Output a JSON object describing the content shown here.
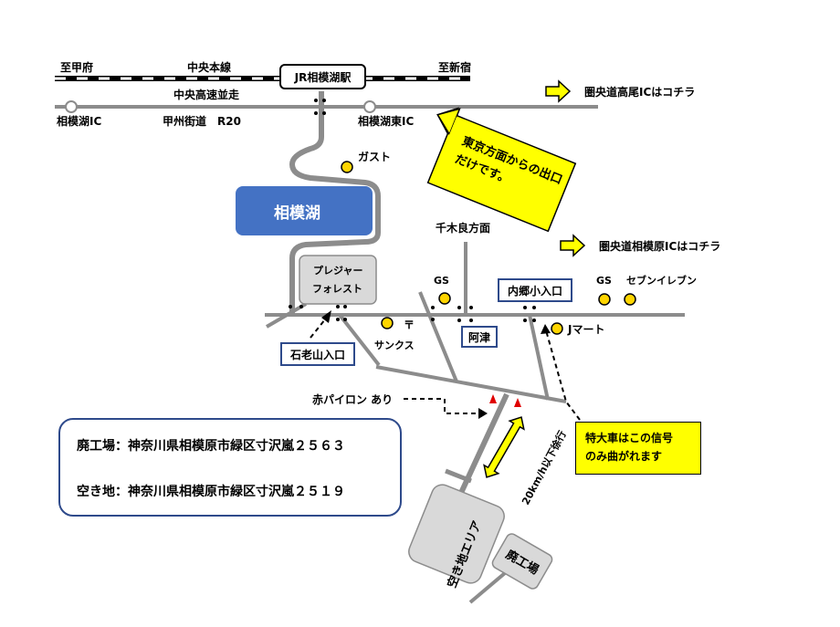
{
  "map": {
    "rail_west": "至甲府",
    "rail_line": "中央本線",
    "rail_east": "至新宿",
    "station": "JR相模湖駅",
    "expressway": "中央高速並走",
    "ic_west": "相模湖IC",
    "road_name": "甲州街道　R20",
    "ic_east": "相模湖東IC",
    "lake": "相模湖",
    "gust": "ガスト",
    "notice_tokyo": [
      "東京方面からの出口",
      "だけです。"
    ],
    "ken_takao": "圏央道高尾ICはコチラ",
    "ken_sagamihara": "圏央道相模原ICはコチラ",
    "sengira": "千木良方面",
    "pleasure_forest": [
      "プレジャー",
      "フォレスト"
    ],
    "gs1": "GS",
    "uchigo": "内郷小入口",
    "gs2": "GS",
    "seven": "セブンイレブン",
    "post_symbol": "〒",
    "sunks": "サンクス",
    "atsu": "阿津",
    "jmart": "Jマート",
    "ishiroyama": "石老山入口",
    "pylon": "赤パイロン あり",
    "truck_notice": [
      "特大車はこの信号",
      "のみ曲がれます"
    ],
    "speed": "20km/h以下徐行",
    "empty_area": "空き地エリア",
    "factory": "廃工場",
    "addr_factory": "廃工場：神奈川県相模原市緑区寸沢嵐２５６３",
    "addr_empty": "空き地：神奈川県相模原市緑区寸沢嵐２５１９"
  },
  "colors": {
    "road": "#8c8c8c",
    "lake": "#4472c4",
    "notice": "#ffff00",
    "border": "#2e4a8b",
    "pylon": "#e00000"
  }
}
